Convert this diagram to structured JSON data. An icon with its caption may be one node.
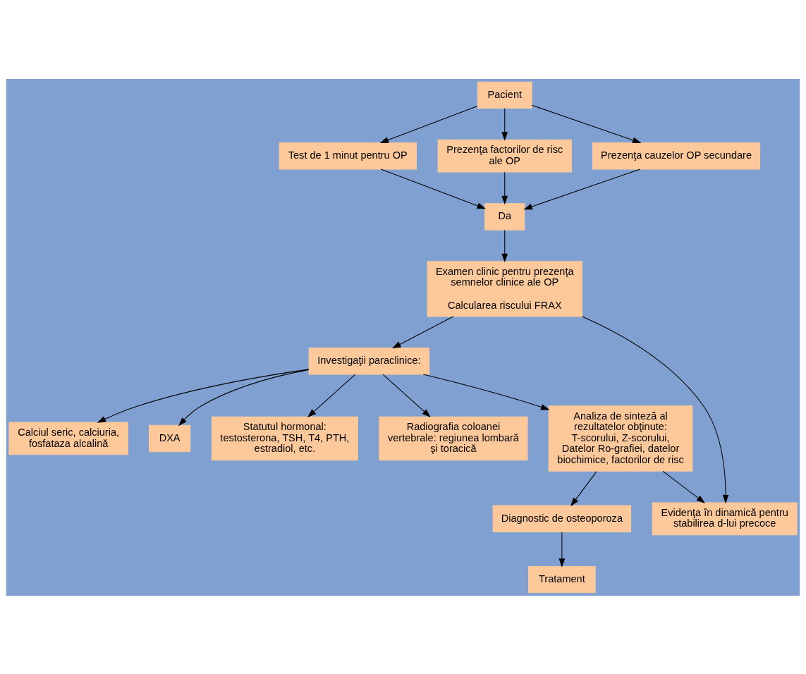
{
  "diagram": {
    "nodes": [
      {
        "text": [
          "Pacient"
        ]
      },
      {
        "text": [
          "Test de 1 minut pentru OP"
        ]
      },
      {
        "text": [
          "Prezenţa factorilor de risc ale OP"
        ]
      },
      {
        "text": [
          "Prezenţa cauzelor OP secundare"
        ]
      },
      {
        "text": [
          "Da"
        ]
      },
      {
        "text": [
          "Examen clinic pentru prezenţa semnelor clinice ale OP",
          "Calcularea riscului FRAX"
        ]
      },
      {
        "text": [
          "Calciul seric, calciuria, fosfataza alcalină"
        ]
      },
      {
        "text": [
          "DXA"
        ]
      },
      {
        "text": [
          "Investigaţii paraclinice:"
        ]
      },
      {
        "text": [
          "Statutul hormonal: testosterona, TSH, T4, PTH, estradiol, etc."
        ]
      },
      {
        "text": [
          "Radiografia coloanei vertebrale: regiunea lombară şi toracică"
        ]
      },
      {
        "text": [
          "Analiza de sinteză al rezultatelor obţinute: T-scorului, Z-scorului, Datelor Ro-grafiei, datelor biochimice, factorilor de risc"
        ]
      },
      {
        "text": [
          "Tratament"
        ]
      },
      {
        "text": [
          "Diagnostic de osteoporoza"
        ]
      },
      {
        "text": [
          "Evidenţa în dinamică pentru stabilirea d-lui precoce"
        ]
      }
    ],
    "edges": [
      {
        "from": 0,
        "to": 1,
        "arrow": "to"
      },
      {
        "from": 0,
        "to": 2,
        "arrow": "to"
      },
      {
        "from": 0,
        "to": 3,
        "arrow": "to"
      },
      {
        "from": 1,
        "to": 4,
        "arrow": "to"
      },
      {
        "from": 2,
        "to": 4,
        "arrow": "to"
      },
      {
        "from": 3,
        "to": 4,
        "arrow": "to"
      },
      {
        "from": 4,
        "to": 5,
        "arrow": "to"
      },
      {
        "from": 5,
        "to": 8,
        "arrow": "to"
      },
      {
        "from": 8,
        "to": 6,
        "arrow": "to"
      },
      {
        "from": 8,
        "to": 7,
        "arrow": "to"
      },
      {
        "from": 8,
        "to": 9,
        "arrow": "to"
      },
      {
        "from": 8,
        "to": 10,
        "arrow": "to"
      },
      {
        "from": 8,
        "to": 11,
        "arrow": "to"
      },
      {
        "from": 11,
        "to": 13,
        "arrow": "to"
      },
      {
        "from": 11,
        "to": 14,
        "arrow": "to"
      },
      {
        "from": 5,
        "to": 14,
        "arrow": "to"
      },
      {
        "from": 13,
        "to": 12,
        "arrow": "to"
      }
    ]
  }
}
